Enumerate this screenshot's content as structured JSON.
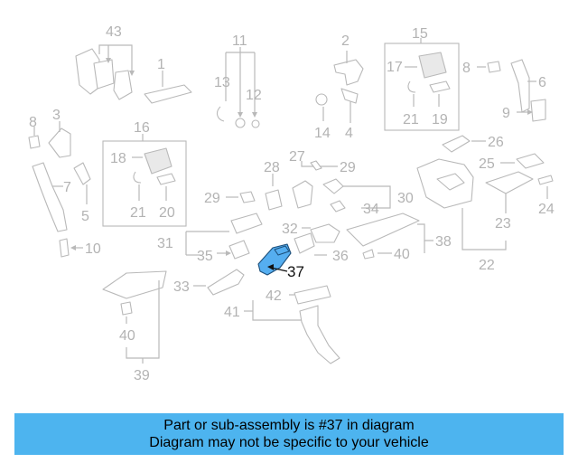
{
  "highlighted_part": "37",
  "callouts": {
    "c1": "1",
    "c2": "2",
    "c3": "3",
    "c4": "4",
    "c5": "5",
    "c6": "6",
    "c7": "7",
    "c8a": "8",
    "c8b": "8",
    "c9": "9",
    "c10": "10",
    "c11": "11",
    "c12": "12",
    "c13": "13",
    "c14": "14",
    "c15": "15",
    "c16": "16",
    "c17": "17",
    "c18": "18",
    "c19": "19",
    "c20": "20",
    "c21a": "21",
    "c21b": "21",
    "c22": "22",
    "c23": "23",
    "c24": "24",
    "c25": "25",
    "c26": "26",
    "c27": "27",
    "c28": "28",
    "c29a": "29",
    "c29b": "29",
    "c30": "30",
    "c31": "31",
    "c32": "32",
    "c33": "33",
    "c34": "34",
    "c35": "35",
    "c36": "36",
    "c37": "37",
    "c38": "38",
    "c39": "39",
    "c40a": "40",
    "c40b": "40",
    "c41": "41",
    "c42": "42",
    "c43": "43"
  },
  "banner": {
    "line1": "Part or sub-assembly is #37 in diagram",
    "line2": "Diagram may not be specific to your vehicle",
    "color": "#4db4ef"
  },
  "colors": {
    "highlight": "#55aef0",
    "line_grey": "#b9b9b9",
    "text_grey": "#b3b3b3"
  }
}
